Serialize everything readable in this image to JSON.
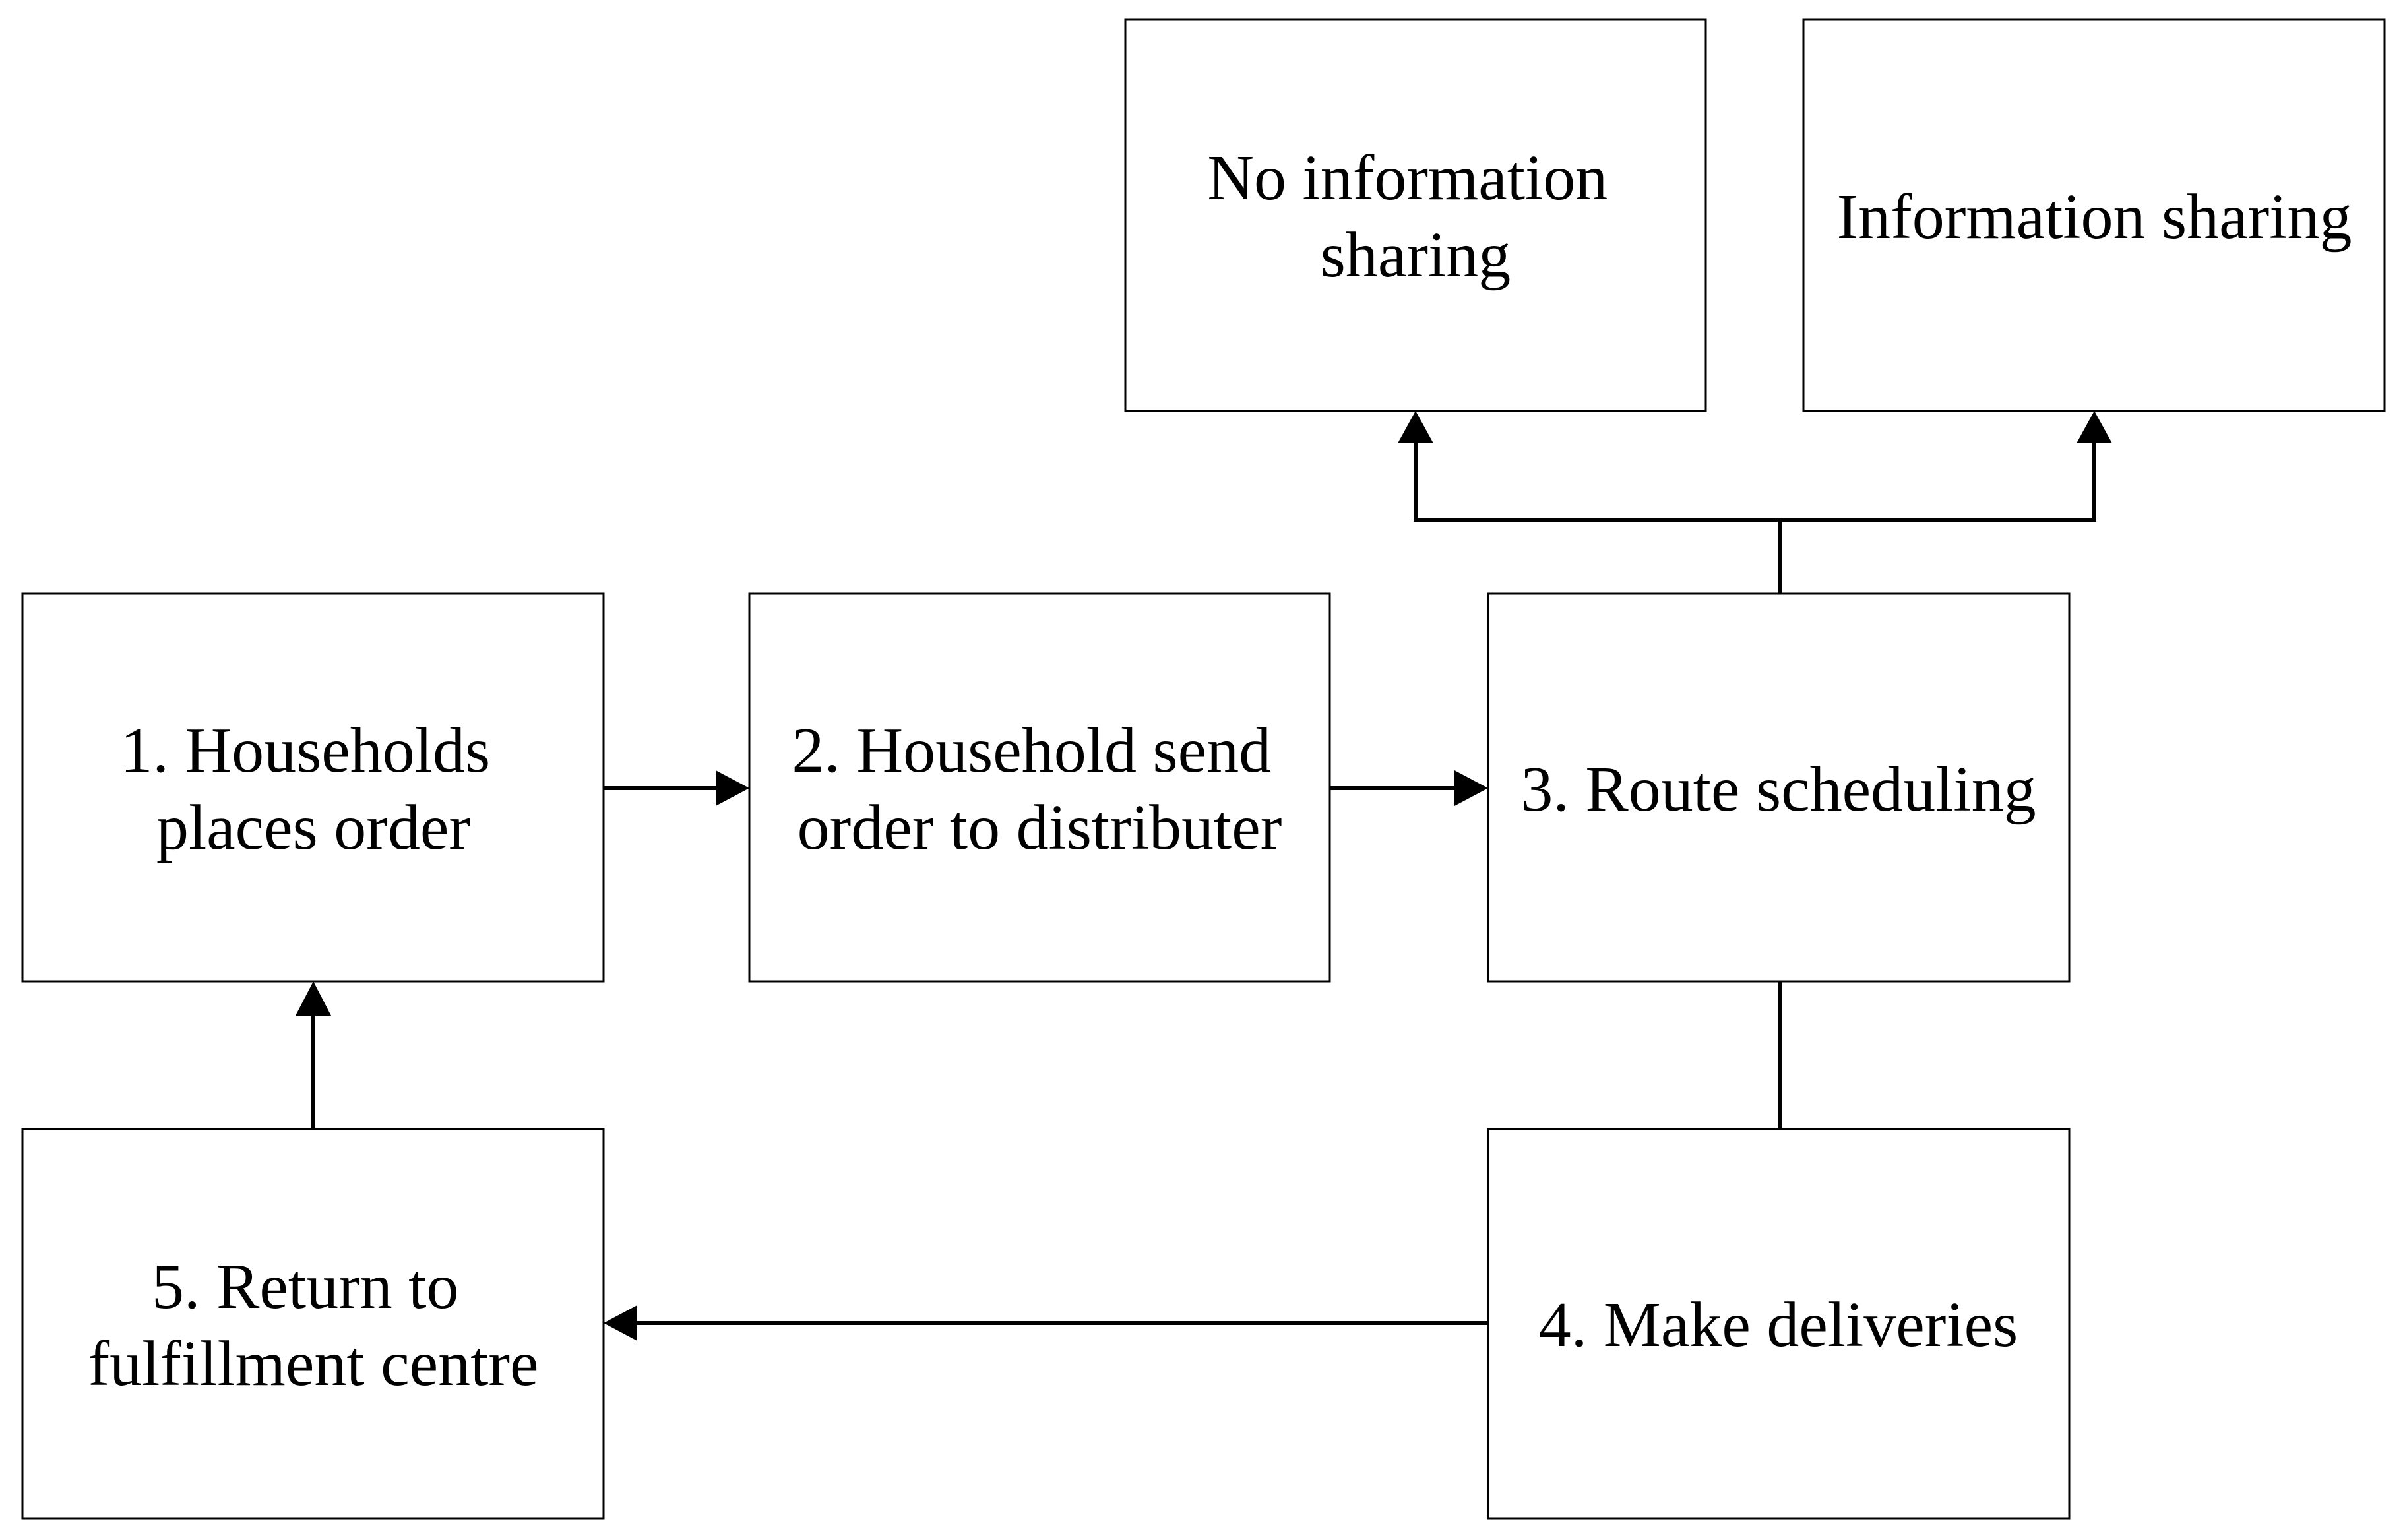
{
  "nodes": {
    "households_place_order": {
      "lines": [
        "1. Households",
        "places order"
      ]
    },
    "send_order": {
      "lines": [
        "2. Household send",
        "order to distributer"
      ]
    },
    "route_scheduling": {
      "lines": [
        "3. Route scheduling"
      ]
    },
    "make_deliveries": {
      "lines": [
        "4. Make deliveries"
      ]
    },
    "return_centre": {
      "lines": [
        "5. Return to",
        "fulfillment centre"
      ]
    },
    "no_info_sharing": {
      "lines": [
        "No information",
        "sharing"
      ]
    },
    "info_sharing": {
      "lines": [
        "Information sharing"
      ]
    }
  },
  "edges": [
    {
      "from": "households_place_order",
      "to": "send_order",
      "arrow": true
    },
    {
      "from": "send_order",
      "to": "route_scheduling",
      "arrow": true
    },
    {
      "from": "route_scheduling",
      "to": "no_info_sharing",
      "arrow": true
    },
    {
      "from": "route_scheduling",
      "to": "info_sharing",
      "arrow": true
    },
    {
      "from": "route_scheduling",
      "to": "make_deliveries",
      "arrow": false
    },
    {
      "from": "make_deliveries",
      "to": "return_centre",
      "arrow": true
    },
    {
      "from": "return_centre",
      "to": "households_place_order",
      "arrow": true
    }
  ]
}
